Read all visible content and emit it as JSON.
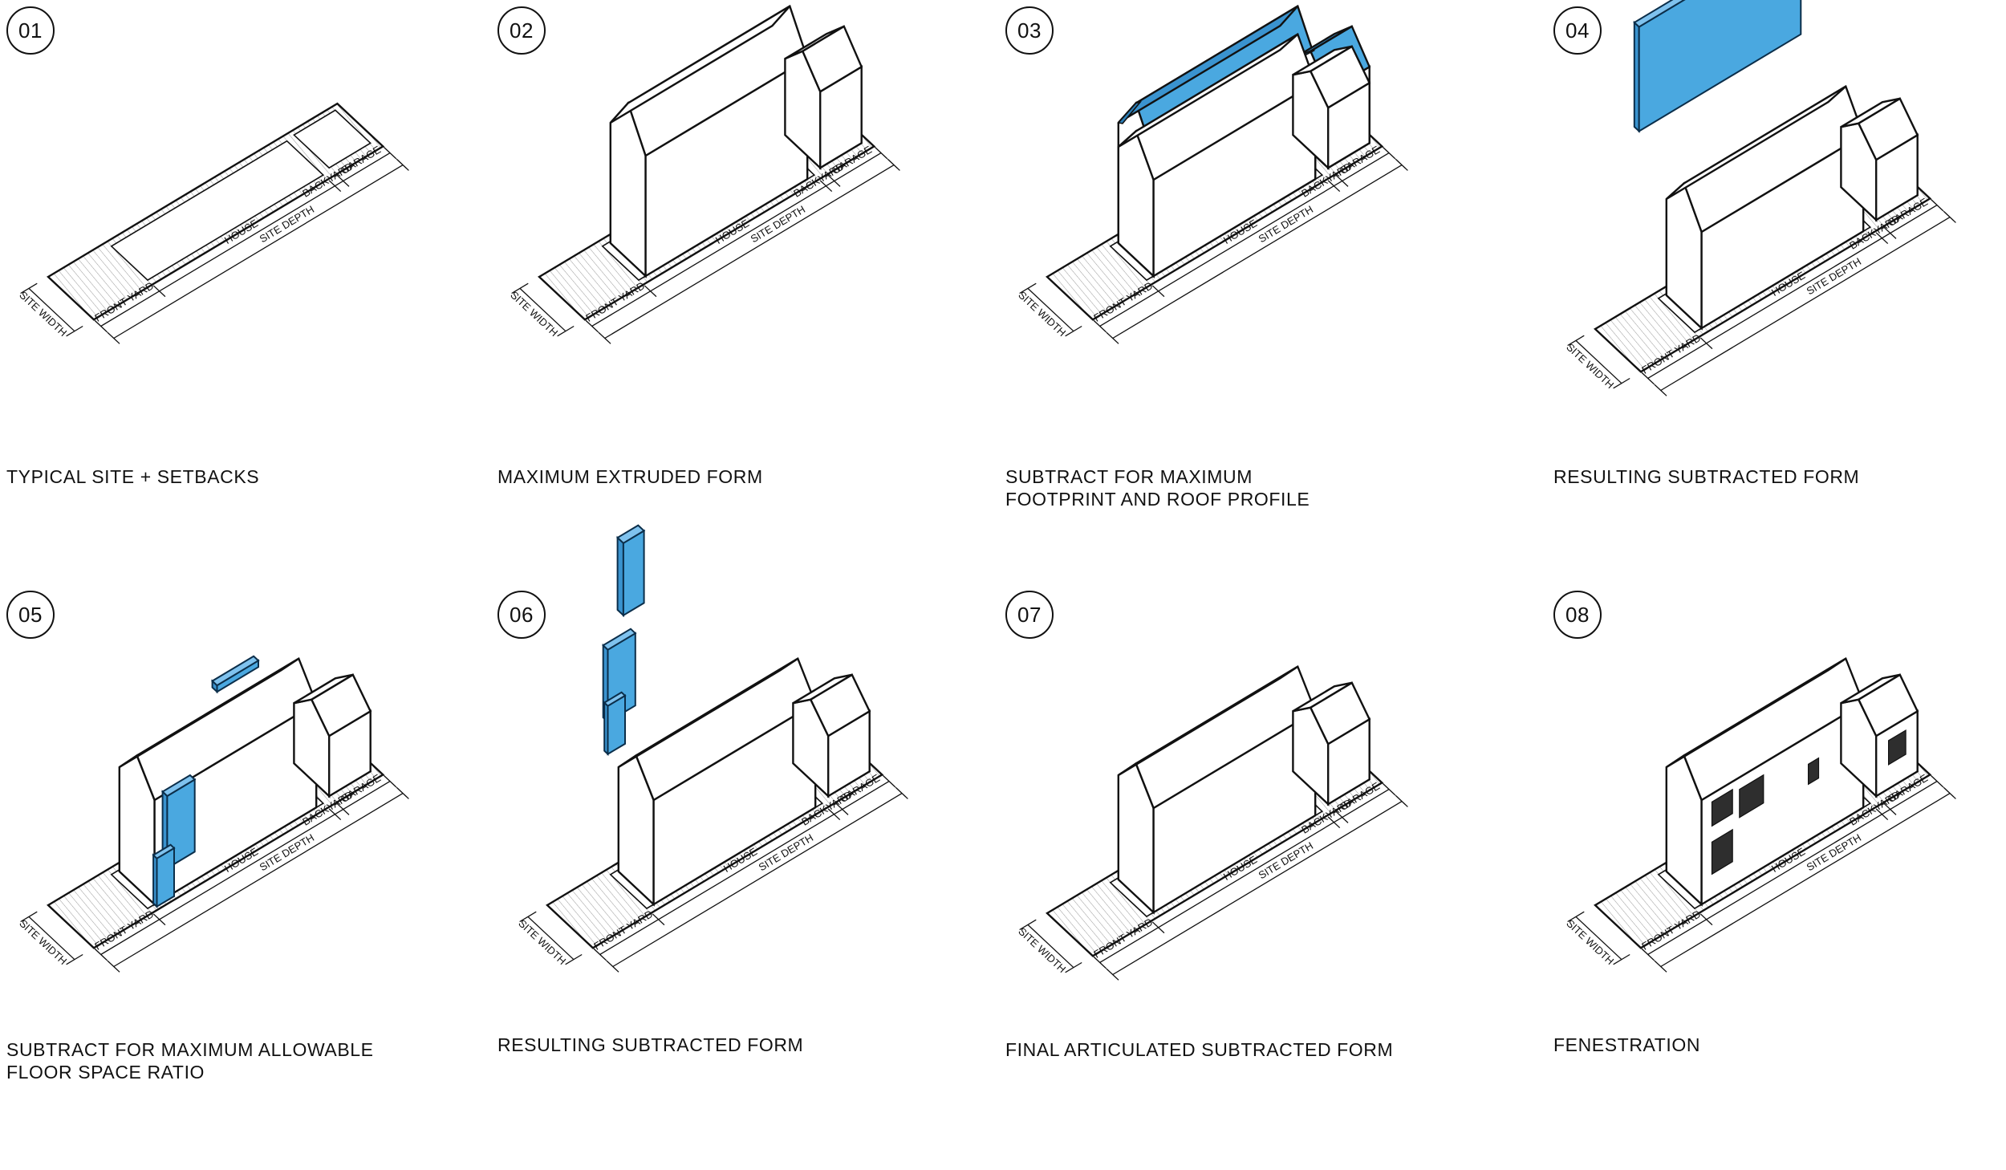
{
  "accent_color": "#4aa8e0",
  "panels": [
    {
      "number": "01",
      "caption": [
        "TYPICAL SITE + SETBACKS"
      ],
      "highlight": "none"
    },
    {
      "number": "02",
      "caption": [
        "MAXIMUM EXTRUDED FORM"
      ],
      "highlight": "none"
    },
    {
      "number": "03",
      "caption": [
        "SUBTRACT FOR MAXIMUM",
        "FOOTPRINT AND ROOF PROFILE"
      ],
      "highlight": "roof"
    },
    {
      "number": "04",
      "caption": [
        "RESULTING SUBTRACTED FORM"
      ],
      "highlight": "roof-lifted"
    },
    {
      "number": "05",
      "caption": [
        "SUBTRACT FOR MAXIMUM ALLOWABLE",
        "FLOOR SPACE RATIO"
      ],
      "highlight": "fsr"
    },
    {
      "number": "06",
      "caption": [
        "RESULTING SUBTRACTED FORM"
      ],
      "highlight": "fsr-lifted"
    },
    {
      "number": "07",
      "caption": [
        "FINAL ARTICULATED SUBTRACTED FORM"
      ],
      "highlight": "none"
    },
    {
      "number": "08",
      "caption": [
        "FENESTRATION"
      ],
      "highlight": "windows"
    }
  ],
  "dimension_labels": {
    "site_width": "SITE WIDTH",
    "front_yard": "FRONT YARD",
    "house": "HOUSE",
    "backyard": "BACKYARD",
    "garage": "GARAGE",
    "site_depth": "SITE DEPTH"
  }
}
